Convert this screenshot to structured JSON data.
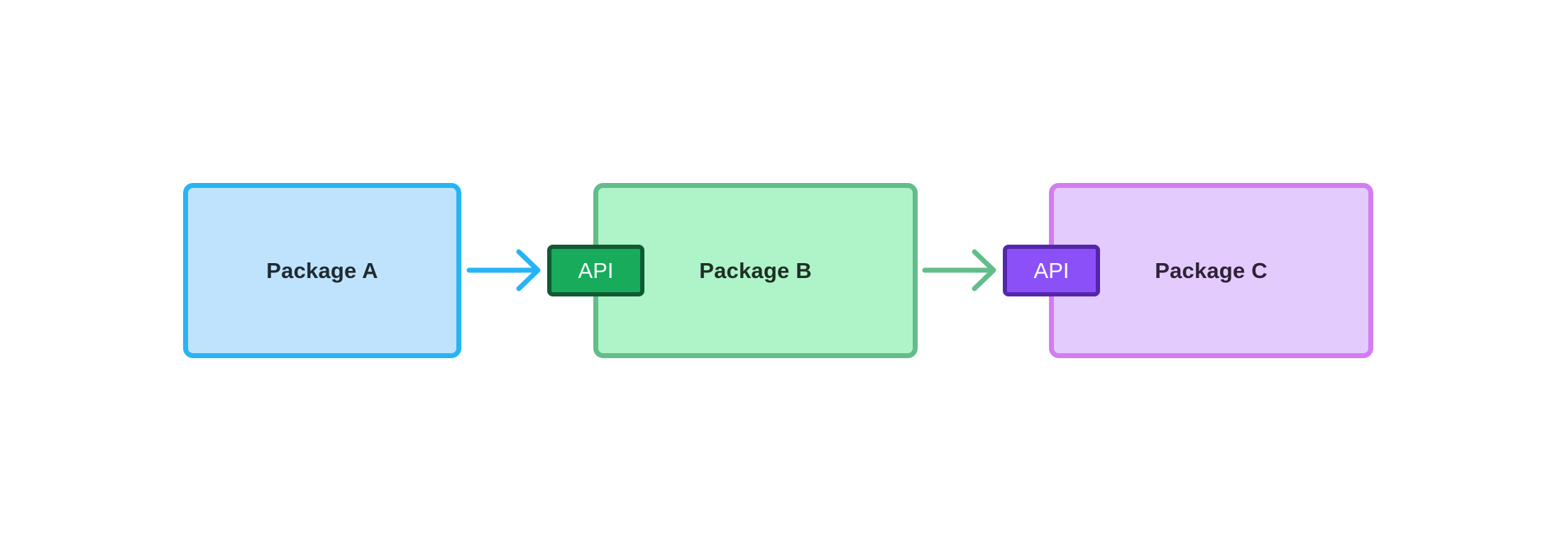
{
  "diagram": {
    "packages": [
      {
        "id": "a",
        "label": "Package A",
        "fill": "#bfe3fc",
        "border": "#27b4f6"
      },
      {
        "id": "b",
        "label": "Package B",
        "fill": "#aff3c8",
        "border": "#62bd8a"
      },
      {
        "id": "c",
        "label": "Package C",
        "fill": "#e4cbfd",
        "border": "#d27cf3"
      }
    ],
    "apis": [
      {
        "target": "b",
        "label": "API",
        "fill": "#17ab5b",
        "border": "#0f5a33"
      },
      {
        "target": "c",
        "label": "API",
        "fill": "#8c50f9",
        "border": "#5426ab"
      }
    ],
    "edges": [
      {
        "from": "a",
        "to": "b",
        "color": "#27b4f6"
      },
      {
        "from": "b",
        "to": "c",
        "color": "#62bd8a"
      }
    ]
  }
}
